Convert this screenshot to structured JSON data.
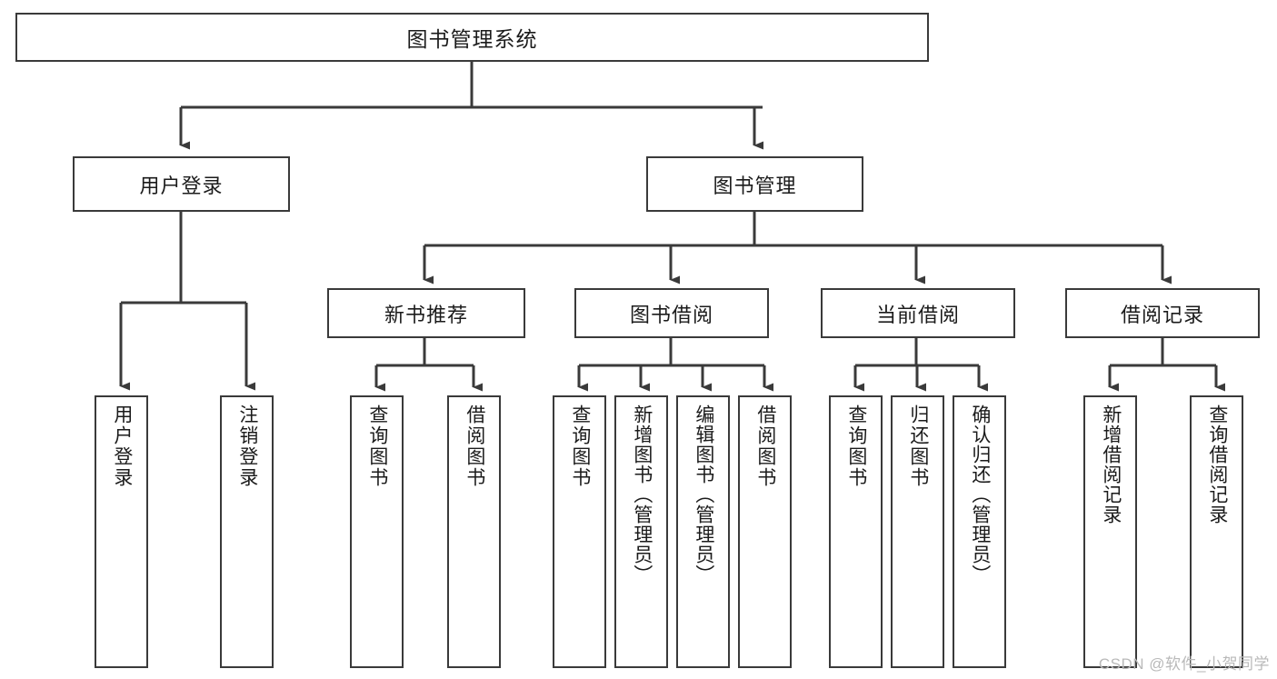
{
  "diagram": {
    "title": "图书管理系统",
    "type": "function-structure-tree",
    "stroke_color": "#3a3a3a",
    "text_color": "#1b1b1b",
    "background_color": "#ffffff",
    "watermark": "CSDN @软件_小贺同学",
    "root": {
      "label": "图书管理系统"
    },
    "level1": [
      {
        "label": "用户登录"
      },
      {
        "label": "图书管理"
      }
    ],
    "level2": [
      {
        "label": "新书推荐"
      },
      {
        "label": "图书借阅"
      },
      {
        "label": "当前借阅"
      },
      {
        "label": "借阅记录"
      }
    ],
    "leaves": {
      "user_login": [
        {
          "label": "用户登录"
        },
        {
          "label": "注销登录"
        }
      ],
      "new_book_recommend": [
        {
          "label": "查询图书"
        },
        {
          "label": "借阅图书"
        }
      ],
      "book_borrow": [
        {
          "label": "查询图书"
        },
        {
          "label": "新增图书（管理员）"
        },
        {
          "label": "编辑图书（管理员）"
        },
        {
          "label": "借阅图书"
        }
      ],
      "current_borrow": [
        {
          "label": "查询图书"
        },
        {
          "label": "归还图书"
        },
        {
          "label": "确认归还（管理员）"
        }
      ],
      "borrow_record": [
        {
          "label": "新增借阅记录"
        },
        {
          "label": "查询借阅记录"
        }
      ]
    }
  }
}
